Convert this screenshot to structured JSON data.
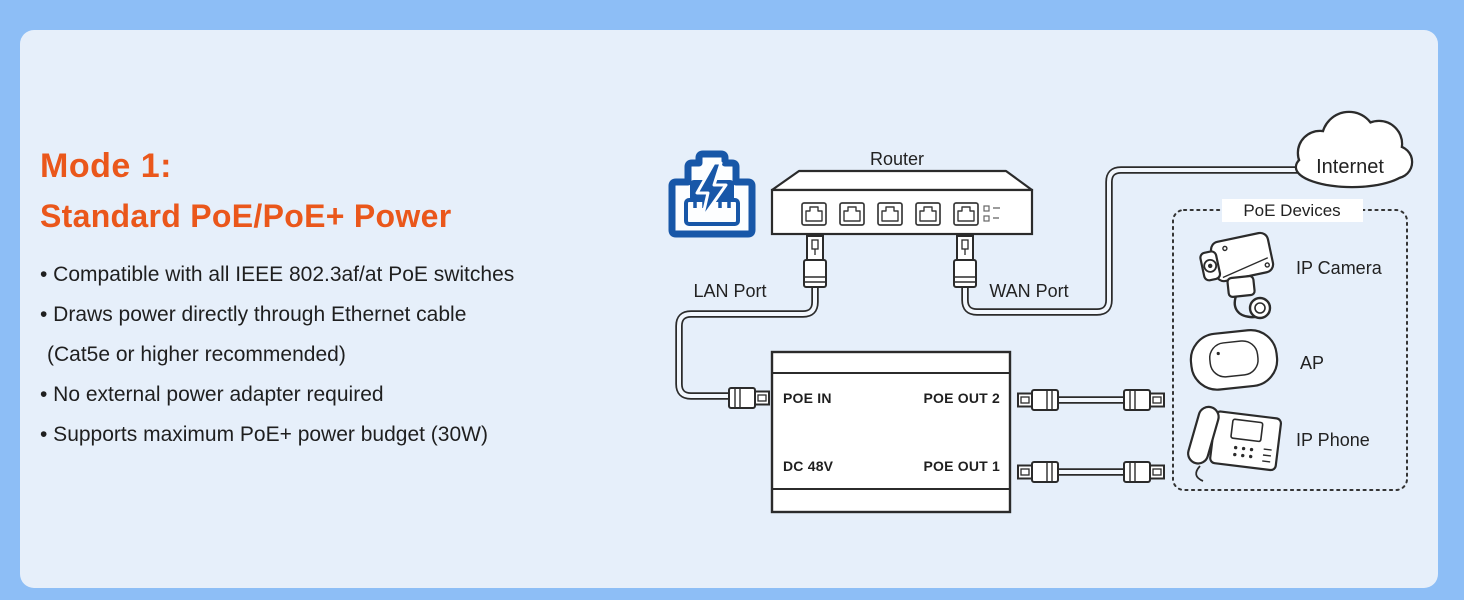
{
  "page": {
    "background_color": "#8DBEF6",
    "panel_color": "#E6EFFA",
    "accent_color": "#EA571B",
    "line_color": "#2B2B2B",
    "poe_icon_color": "#1857A8"
  },
  "headline": {
    "line1": "Mode 1:",
    "line2": "Standard PoE/PoE+ Power"
  },
  "features": [
    "• Compatible with all IEEE 802.3af/at PoE switches",
    "• Draws power directly through Ethernet cable",
    "(Cat5e or higher recommended)",
    "• No external power adapter required",
    "• Supports maximum PoE+ power budget (30W)"
  ],
  "diagram": {
    "router_label": "Router",
    "lan_port_label": "LAN Port",
    "wan_port_label": "WAN Port",
    "internet_label": "Internet",
    "poe_devices_label": "PoE Devices",
    "injector": {
      "poe_in": "POE IN",
      "poe_out2": "POE OUT 2",
      "dc_input": "DC 48V",
      "poe_out1": "POE OUT 1"
    },
    "devices": [
      {
        "icon": "ip-camera-icon",
        "label": "IP Camera"
      },
      {
        "icon": "ap-icon",
        "label": "AP"
      },
      {
        "icon": "ip-phone-icon",
        "label": "IP Phone"
      }
    ],
    "icons": [
      "poe-power-jack-icon",
      "router-icon",
      "rj45-connector-icon",
      "internet-cloud-icon"
    ]
  }
}
